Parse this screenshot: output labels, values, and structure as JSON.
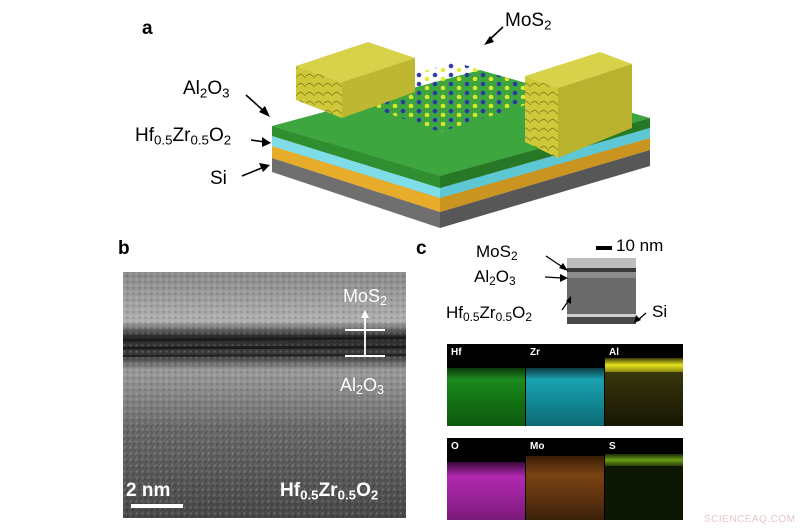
{
  "panel_a": {
    "letter": "a",
    "mos2": {
      "base": "MoS",
      "sub": "2"
    },
    "al2o3": {
      "base1": "Al",
      "sub1": "2",
      "base2": "O",
      "sub2": "3"
    },
    "hzo": {
      "hf": "Hf",
      "s1": "0.5",
      "zr": "Zr",
      "s2": "0.5",
      "o": "O",
      "s3": "2"
    },
    "si": "Si",
    "colors": {
      "gold": "#c8c436",
      "green": "#3aa83a",
      "orange": "#f0b930",
      "gray": "#7a7a7a",
      "cyan": "#79ddea"
    }
  },
  "panel_b": {
    "letter": "b",
    "mos2": {
      "base": "MoS",
      "sub": "2"
    },
    "al2o3": {
      "base1": "Al",
      "sub1": "2",
      "base2": "O",
      "sub2": "3"
    },
    "hzo": {
      "hf": "Hf",
      "s1": "0.5",
      "zr": "Zr",
      "s2": "0.5",
      "o": "O",
      "s3": "2"
    },
    "scale_bar": "2 nm"
  },
  "panel_c": {
    "letter": "c",
    "scale_bar": "10 nm",
    "mos2": {
      "base": "MoS",
      "sub": "2"
    },
    "al2o3": {
      "base1": "Al",
      "sub1": "2",
      "base2": "O",
      "sub2": "3"
    },
    "hzo": {
      "hf": "Hf",
      "s1": "0.5",
      "zr": "Zr",
      "s2": "0.5",
      "o": "O",
      "s3": "2"
    },
    "si": "Si",
    "maps": [
      {
        "label": "Hf",
        "color": "#22c422"
      },
      {
        "label": "Zr",
        "color": "#19b9c8"
      },
      {
        "label": "Al",
        "color": "#e6e21e"
      },
      {
        "label": "O",
        "color": "#d22ed2"
      },
      {
        "label": "Mo",
        "color": "#d2781e"
      },
      {
        "label": "S",
        "color": "#96d21e"
      }
    ]
  },
  "watermark": "SCIENCEAQ.COM"
}
